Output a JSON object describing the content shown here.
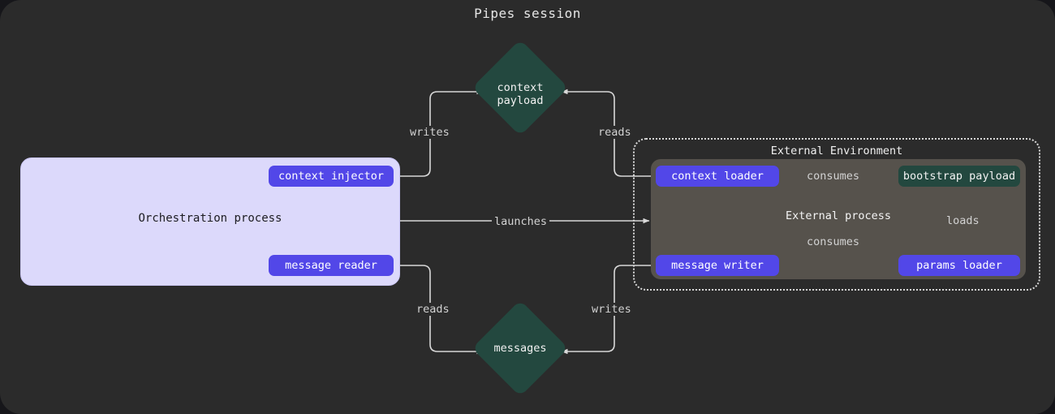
{
  "title": "Pipes session",
  "colors": {
    "page_background": "#16161a",
    "canvas_background": "#2b2b2b",
    "orchestration_fill": "#dcd9fb",
    "pill_fill": "#5247e8",
    "teal_fill": "#23483f",
    "external_process_fill": "#56524c",
    "edge_stroke": "#d8d8d8",
    "text_light": "#e6e6e6",
    "text_dark": "#1d1d22"
  },
  "orchestration": {
    "label": "Orchestration process",
    "nodes": [
      {
        "id": "context-injector",
        "label": "context injector"
      },
      {
        "id": "message-reader",
        "label": "message reader"
      }
    ]
  },
  "external_environment": {
    "label": "External Environment",
    "process_label": "External process",
    "nodes": [
      {
        "id": "context-loader",
        "label": "context loader"
      },
      {
        "id": "message-writer",
        "label": "message writer"
      },
      {
        "id": "params-loader",
        "label": "params loader"
      },
      {
        "id": "bootstrap-payload",
        "label": "bootstrap payload"
      }
    ]
  },
  "stores": [
    {
      "id": "context-payload",
      "line1": "context",
      "line2": "payload"
    },
    {
      "id": "messages",
      "line1": "messages",
      "line2": ""
    }
  ],
  "edges": [
    {
      "id": "writes-context",
      "label": "writes",
      "from": "context-injector",
      "to": "context-payload"
    },
    {
      "id": "reads-context",
      "label": "reads",
      "from": "context-loader",
      "to": "context-payload"
    },
    {
      "id": "launches",
      "label": "launches",
      "from": "orchestration-process",
      "to": "external-environment"
    },
    {
      "id": "reads-messages",
      "label": "reads",
      "from": "message-reader",
      "to": "messages"
    },
    {
      "id": "writes-messages",
      "label": "writes",
      "from": "message-writer",
      "to": "messages"
    },
    {
      "id": "consumes-context",
      "label": "consumes",
      "from": "context-loader",
      "to": "bootstrap-payload"
    },
    {
      "id": "consumes-message",
      "label": "consumes",
      "from": "message-writer",
      "to": "bootstrap-payload"
    },
    {
      "id": "loads-params",
      "label": "loads",
      "from": "params-loader",
      "to": "bootstrap-payload"
    }
  ]
}
